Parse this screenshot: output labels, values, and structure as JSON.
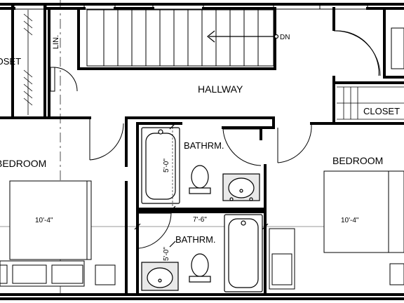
{
  "plan": {
    "rooms": {
      "hallway": "HALLWAY",
      "bedroom_left": "BEDROOM",
      "bedroom_right": "BEDROOM",
      "bath_upper": "BATHRM.",
      "bath_lower": "BATHRM.",
      "closet_left": "CLOSET",
      "closet_right": "CLOSET",
      "linen": "LIN."
    },
    "stair_label": "DN",
    "dimensions": {
      "bedroom_left_width": "10'-4\"",
      "bedroom_right_width": "10'-4\"",
      "bath_width": "7'-6\"",
      "bath_upper_depth": "5'-0\"",
      "bath_lower_depth": "5'-0\""
    },
    "colors": {
      "wall": "#000000",
      "background": "#ffffff",
      "fixture_fill": "#e9e9e9"
    }
  }
}
